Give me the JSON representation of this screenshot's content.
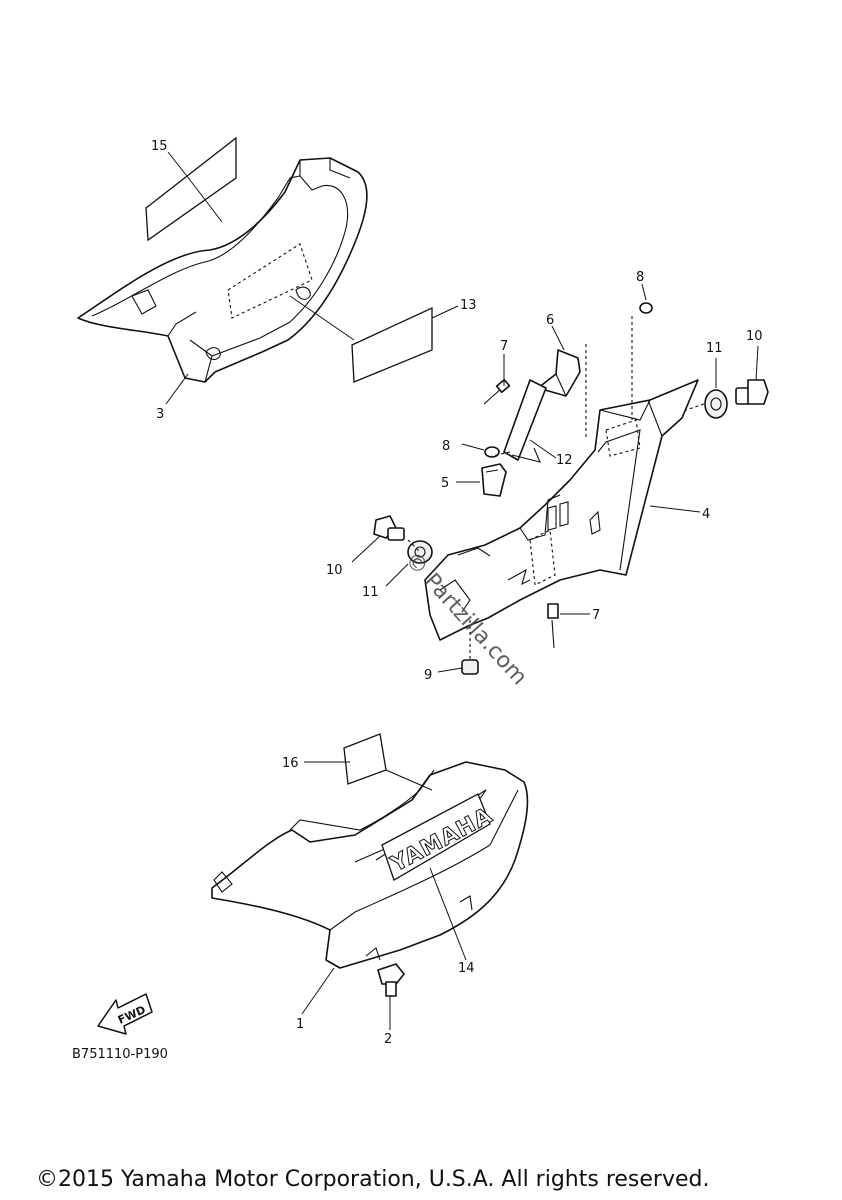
{
  "callouts": {
    "c1": "1",
    "c2": "2",
    "c3": "3",
    "c4": "4",
    "c5": "5",
    "c6": "6",
    "c7a": "7",
    "c7b": "7",
    "c8a": "8",
    "c8b": "8",
    "c9": "9",
    "c10a": "10",
    "c10b": "10",
    "c11a": "11",
    "c11b": "11",
    "c12": "12",
    "c13": "13",
    "c14": "14",
    "c15": "15",
    "c16": "16"
  },
  "fwd_label": "FWD",
  "yamaha_logo": "YAMAHA",
  "diagram_code": "B751110-P190",
  "watermark": "© Partzilla.com",
  "copyright": "©2015 Yamaha Motor Corporation, U.S.A. All rights reserved."
}
